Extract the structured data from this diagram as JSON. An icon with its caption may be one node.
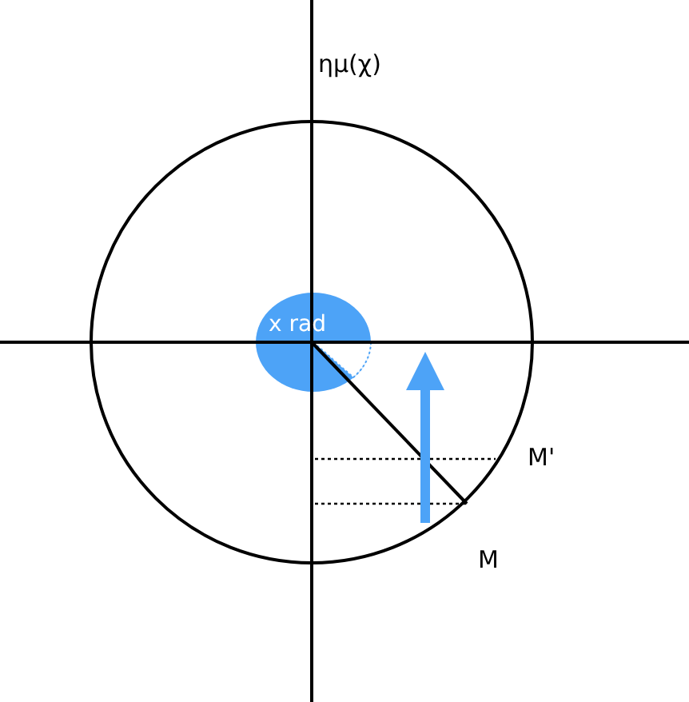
{
  "diagram": {
    "labels": [
      "ημ(χ)",
      "x rad",
      "M'",
      "M"
    ]
  }
}
